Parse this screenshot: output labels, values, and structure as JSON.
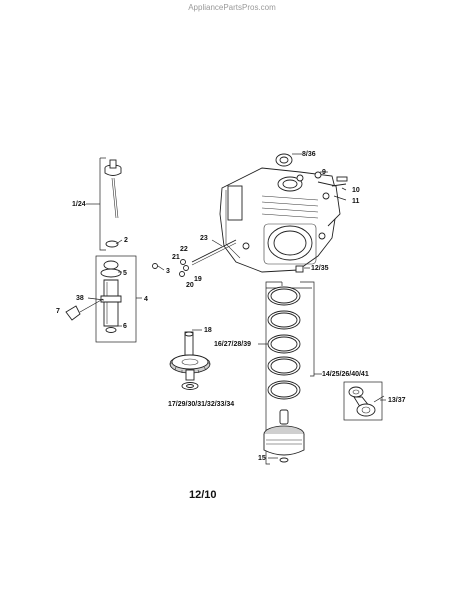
{
  "watermark": "AppliancePartsPros.com",
  "page_label": "12/10",
  "callouts": {
    "c_8_36": "8/36",
    "c_9": "9",
    "c_10": "10",
    "c_11": "11",
    "c_1_24": "1/24",
    "c_2": "2",
    "c_23": "23",
    "c_22": "22",
    "c_21": "21",
    "c_3": "3",
    "c_19": "19",
    "c_20": "20",
    "c_12_35": "12/35",
    "c_5": "5",
    "c_38": "38",
    "c_4": "4",
    "c_7": "7",
    "c_6": "6",
    "c_18": "18",
    "c_16_27_28_39": "16/27/28/39",
    "c_14_25_26_40_41": "14/25/26/40/41",
    "c_13_37": "13/37",
    "c_17_29_30_31_32_33_34": "17/29/30/31/32/33/34",
    "c_15": "15"
  },
  "icons": {
    "dipstick": "dipstick-icon",
    "oil_fill_tube": "oil-fill-tube-icon",
    "crankcase": "crankcase-icon",
    "camshaft": "camshaft-icon",
    "piston_rings": "piston-rings-icon",
    "piston": "piston-icon",
    "connecting_rod": "connecting-rod-icon"
  }
}
